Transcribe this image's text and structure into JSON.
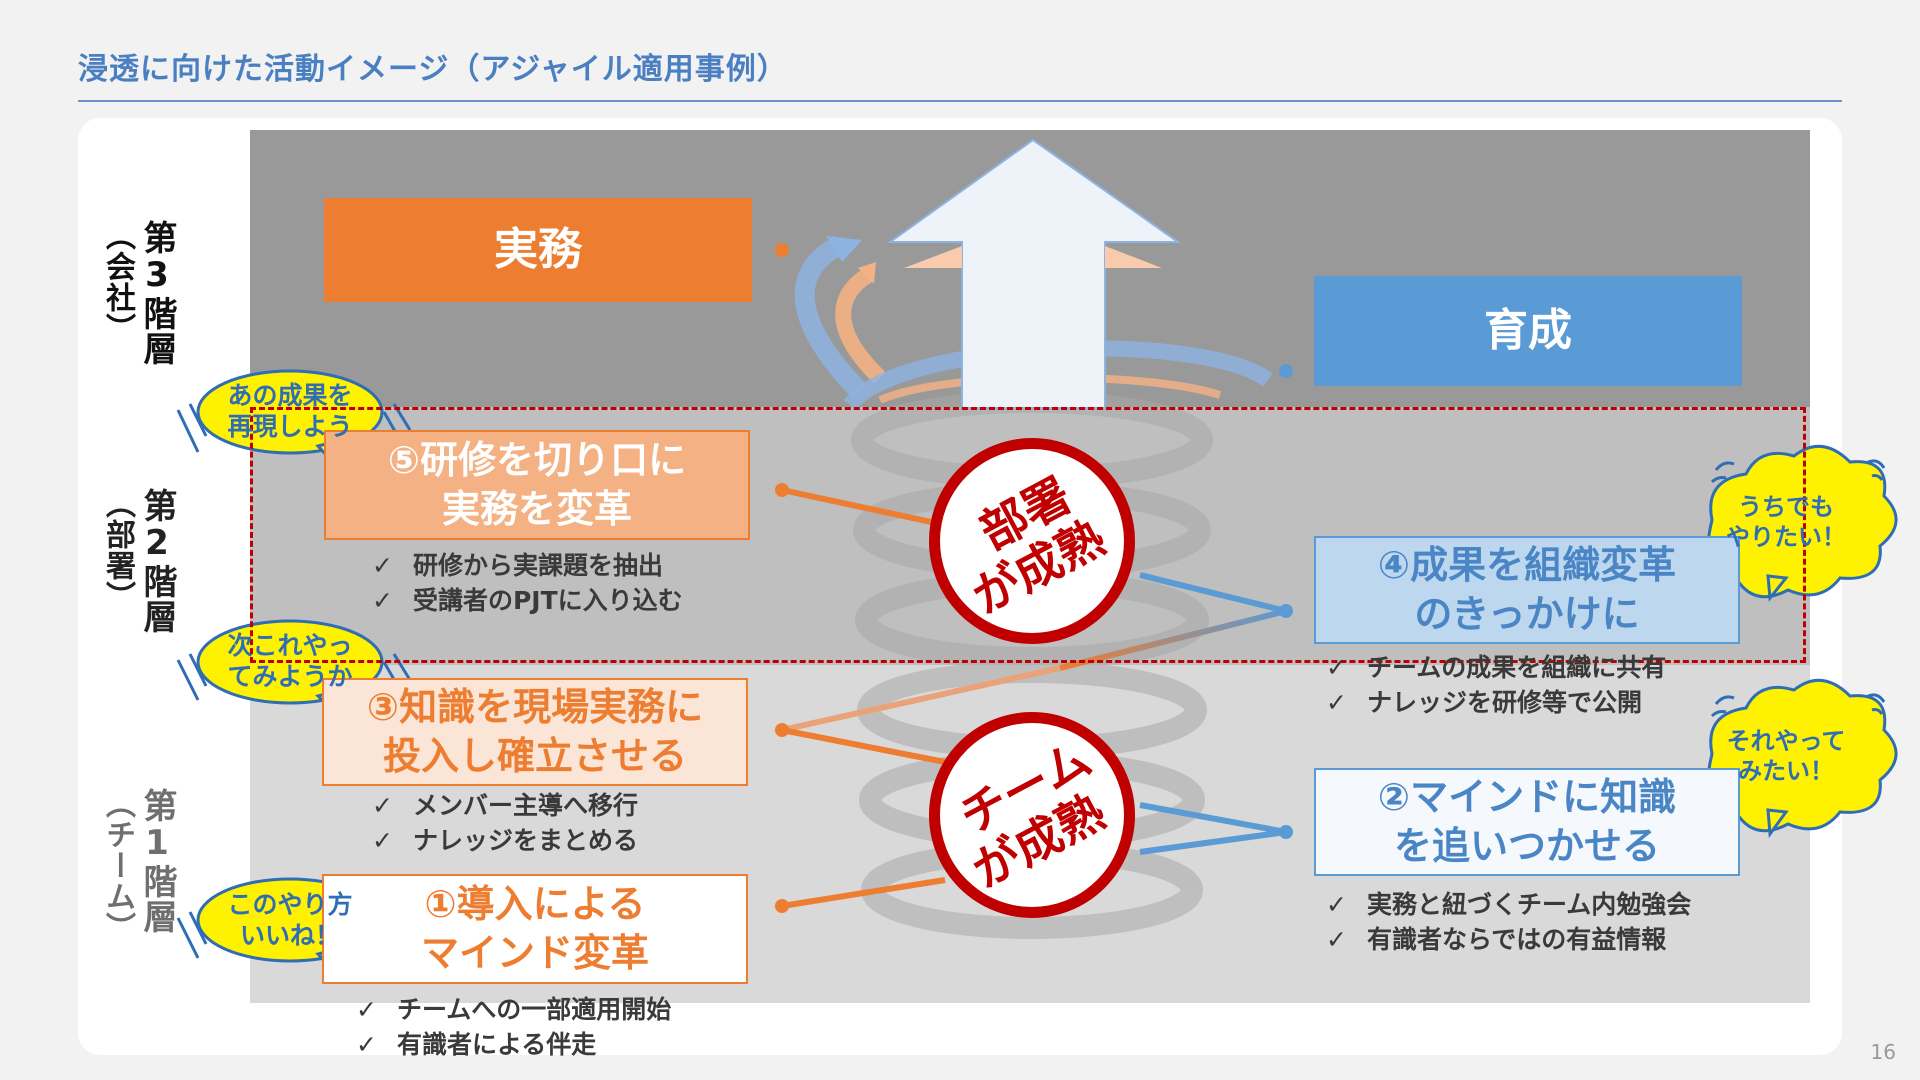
{
  "title": "浸透に向けた活動イメージ（アジャイル適用事例）",
  "page_number": "16",
  "levels": {
    "level3": {
      "main": "第3階層",
      "sub": "（会社）"
    },
    "level2": {
      "main": "第2階層",
      "sub": "（部署）"
    },
    "level1": {
      "main": "第1階層",
      "sub": "（チーム）"
    }
  },
  "headers": {
    "practice": "実務",
    "training": "育成"
  },
  "steps": {
    "s5": {
      "line1": "⑤研修を切り口に",
      "line2": "実務を変革",
      "checks": [
        "研修から実課題を抽出",
        "受講者のPJTに入り込む"
      ]
    },
    "s4": {
      "line1": "④成果を組織変革",
      "line2": "のきっかけに",
      "checks": [
        "チームの成果を組織に共有",
        "ナレッジを研修等で公開"
      ]
    },
    "s3": {
      "line1": "③知識を現場実務に",
      "line2": "投入し確立させる",
      "checks": [
        "メンバー主導へ移行",
        "ナレッジをまとめる"
      ]
    },
    "s2": {
      "line1": "②マインドに知識",
      "line2": "を追いつかせる",
      "checks": [
        "実務と紐づくチーム内勉強会",
        "有識者ならではの有益情報"
      ]
    },
    "s1": {
      "line1": "①導入による",
      "line2": "マインド変革",
      "checks": [
        "チームへの一部適用開始",
        "有識者による伴走"
      ]
    }
  },
  "seals": {
    "department": {
      "line1": "部署",
      "line2": "が成熟"
    },
    "team": {
      "line1": "チーム",
      "line2": "が成熟"
    }
  },
  "bubbles": {
    "reproduce": {
      "line1": "あの成果を",
      "line2": "再現しよう"
    },
    "next_try": {
      "line1": "次これやっ",
      "line2": "てみようか"
    },
    "this_way": {
      "line1": "このやり方",
      "line2": "いいね！"
    },
    "we_too": {
      "line1": "うちでも",
      "line2": "やりたい！"
    },
    "want_try": {
      "line1": "それやって",
      "line2": "みたい！"
    }
  },
  "colors": {
    "orange": "#ed7d31",
    "blue": "#5b9bd5",
    "red": "#c00000",
    "bubble_yellow": "#fff200",
    "title_blue": "#4a7fc2"
  }
}
